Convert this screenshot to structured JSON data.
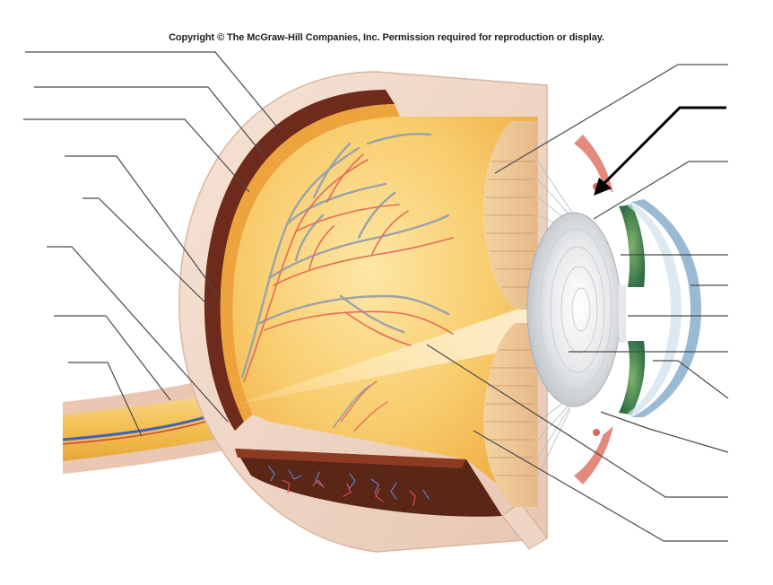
{
  "figure": {
    "copyright": "Copyright © The McGraw-Hill Companies, Inc. Permission required for reproduction or display."
  },
  "colors": {
    "sclera": "#f2d9c9",
    "vitreous": "#f8c96a",
    "retina": "#f0a93a",
    "choroid": "#7a2e1c",
    "lens": "#dfe3e6",
    "iris": "#4f8a52",
    "cornea": "#a9c6dc",
    "optic_nerve": "#f4c25a",
    "blood_vein": "#6f8fc4",
    "blood_artery": "#e06a5a",
    "leader_line": "#4a4a4a"
  },
  "annotations": {
    "label_lines_left": 8,
    "label_lines_right": 10,
    "pointer_arrow": "arrow-icon"
  }
}
